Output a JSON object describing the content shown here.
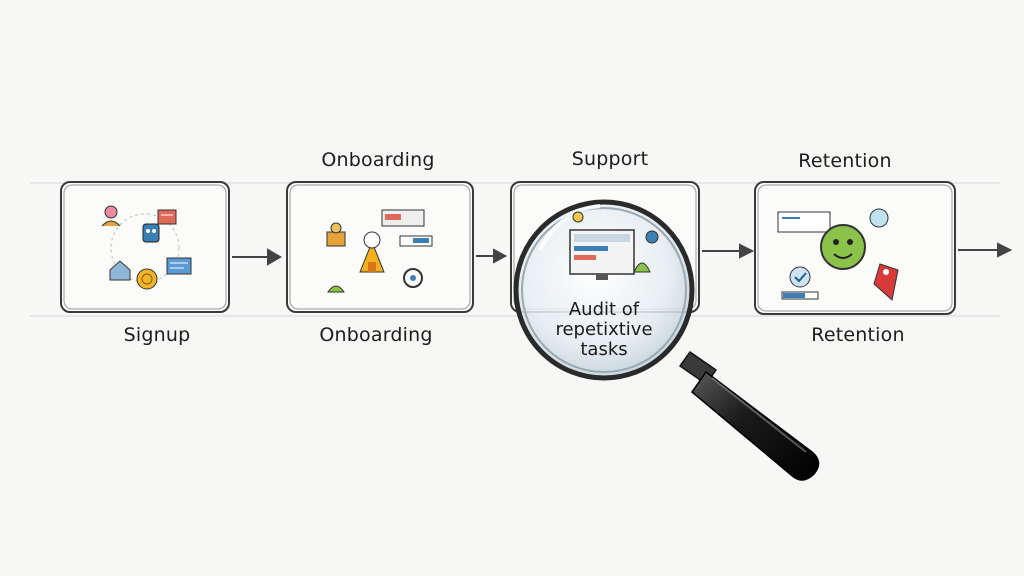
{
  "stages": [
    {
      "top_label": "",
      "bottom_label": "Signup"
    },
    {
      "top_label": "Onboarding",
      "bottom_label": "Onboarding"
    },
    {
      "top_label": "Support",
      "bottom_label": ""
    },
    {
      "top_label": "Retention",
      "bottom_label": "Retention"
    }
  ],
  "magnifier": {
    "lines": [
      "Audit of",
      "repetixtive",
      "tasks"
    ]
  },
  "colors": {
    "sketch": "#3a3a3a",
    "arrow": "#444444",
    "lens_tint": "#dbe6ee",
    "handle": "#1a1a1a",
    "accent_orange": "#e8a23a",
    "accent_blue": "#3b7fb5",
    "accent_green": "#8bc34a",
    "accent_red": "#d83a3a"
  },
  "icons": [
    "user-icon",
    "clipboard-icon",
    "chart-icon",
    "gear-icon",
    "coin-icon",
    "robot-icon",
    "monitor-icon",
    "smiley-icon",
    "checkmark-icon",
    "tag-icon"
  ]
}
